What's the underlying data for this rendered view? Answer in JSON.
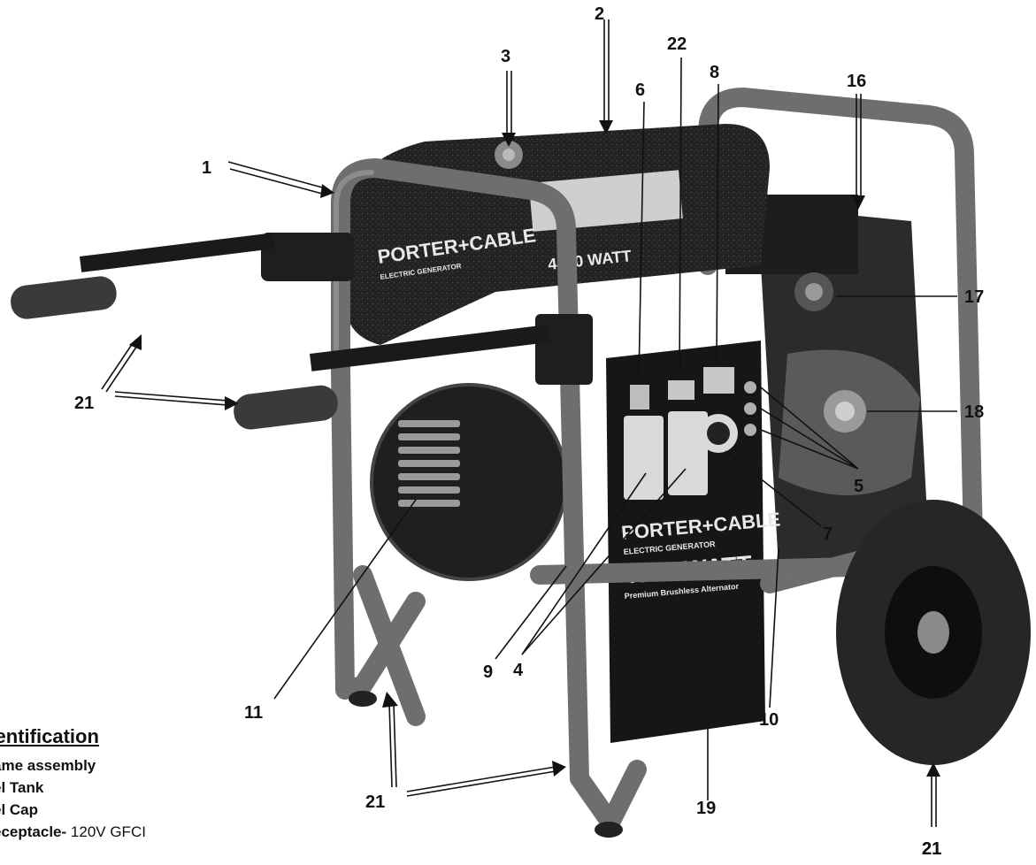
{
  "brand": {
    "logo_text": "PORTER+CABLE",
    "subtitle": "ELECTRIC GENERATOR",
    "wattage": "4500 WATT",
    "tagline": "Premium Brushless Alternator"
  },
  "callouts": [
    "1",
    "2",
    "3",
    "22",
    "6",
    "8",
    "16",
    "17",
    "18",
    "21",
    "21",
    "5",
    "7",
    "11",
    "9",
    "4",
    "10",
    "21",
    "19",
    "21"
  ],
  "legend": {
    "title": "Identification",
    "items": [
      {
        "label": "ame assembly",
        "spec": ""
      },
      {
        "label": "el Tank",
        "spec": ""
      },
      {
        "label": "el Cap",
        "spec": ""
      },
      {
        "label": "eceptacle-",
        "spec": "120V GFCI"
      }
    ]
  },
  "colors": {
    "frame": "#6e6e6e",
    "body": "#2b2b2b",
    "background": "#ffffff"
  }
}
